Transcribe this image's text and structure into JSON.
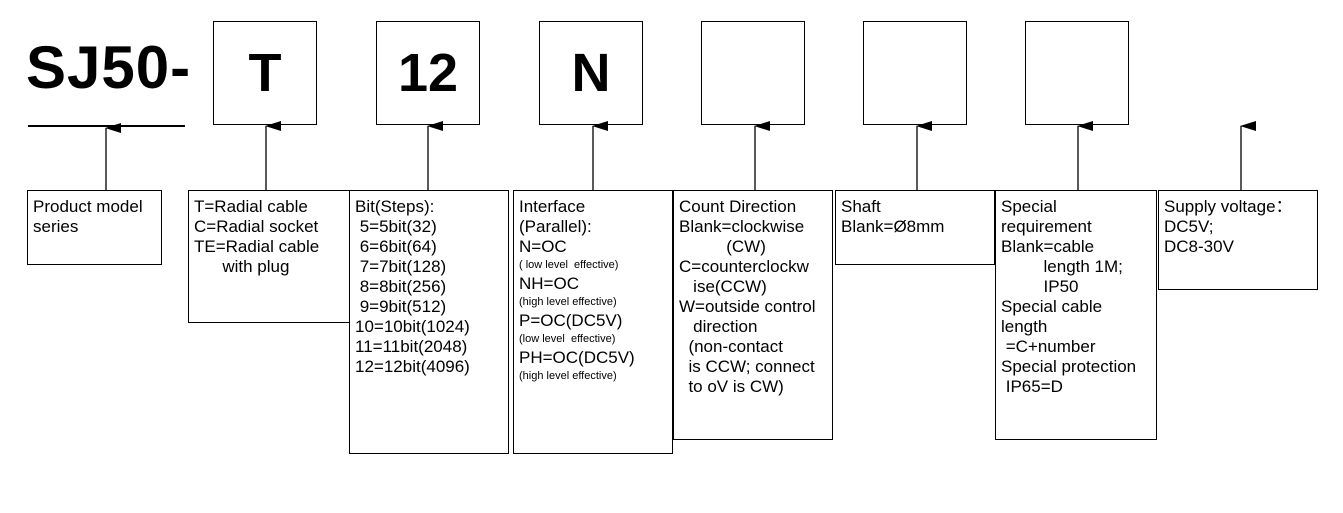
{
  "prefix": "SJ50-",
  "codes": [
    "T",
    "12",
    "N",
    "",
    "",
    ""
  ],
  "boxes": [
    {
      "lines": [
        {
          "t": "Product model"
        },
        {
          "t": "series"
        }
      ]
    },
    {
      "lines": [
        {
          "t": "T=Radial cable"
        },
        {
          "t": "C=Radial socket"
        },
        {
          "t": "TE=Radial cable"
        },
        {
          "t": "      with plug"
        }
      ]
    },
    {
      "lines": [
        {
          "t": "Bit(Steps):"
        },
        {
          "t": " 5=5bit(32)"
        },
        {
          "t": " 6=6bit(64)"
        },
        {
          "t": " 7=7bit(128)"
        },
        {
          "t": " 8=8bit(256)"
        },
        {
          "t": " 9=9bit(512)"
        },
        {
          "t": "10=10bit(1024)"
        },
        {
          "t": "11=11bit(2048)"
        },
        {
          "t": "12=12bit(4096)"
        }
      ]
    },
    {
      "lines": [
        {
          "t": "Interface"
        },
        {
          "t": "(Parallel):"
        },
        {
          "t": "N=OC"
        },
        {
          "t": "( low level  effective)",
          "s": 1
        },
        {
          "t": "NH=OC"
        },
        {
          "t": "(high level effective)",
          "s": 1
        },
        {
          "t": "P=OC(DC5V)"
        },
        {
          "t": "(low level  effective)",
          "s": 1
        },
        {
          "t": "PH=OC(DC5V)"
        },
        {
          "t": "(high level effective)",
          "s": 1
        }
      ]
    },
    {
      "lines": [
        {
          "t": "Count Direction"
        },
        {
          "t": "Blank=clockwise"
        },
        {
          "t": "          (CW)"
        },
        {
          "t": "C=counterclockw"
        },
        {
          "t": "   ise(CCW)"
        },
        {
          "t": "W=outside control"
        },
        {
          "t": "   direction"
        },
        {
          "t": "  (non-contact"
        },
        {
          "t": "  is CCW; connect"
        },
        {
          "t": "  to oV is CW)"
        }
      ]
    },
    {
      "lines": [
        {
          "t": "Shaft"
        },
        {
          "t": "Blank=Ø8mm"
        }
      ]
    },
    {
      "lines": [
        {
          "t": "Special"
        },
        {
          "t": "requirement"
        },
        {
          "t": "Blank=cable"
        },
        {
          "t": "         length 1M;"
        },
        {
          "t": "         IP50"
        },
        {
          "t": "Special cable"
        },
        {
          "t": "length"
        },
        {
          "t": " =C+number"
        },
        {
          "t": "Special protection"
        },
        {
          "t": " IP65=D"
        }
      ]
    },
    {
      "lines": [
        {
          "t": "Supply voltage："
        },
        {
          "t": "DC5V;"
        },
        {
          "t": "DC8-30V"
        }
      ]
    }
  ]
}
